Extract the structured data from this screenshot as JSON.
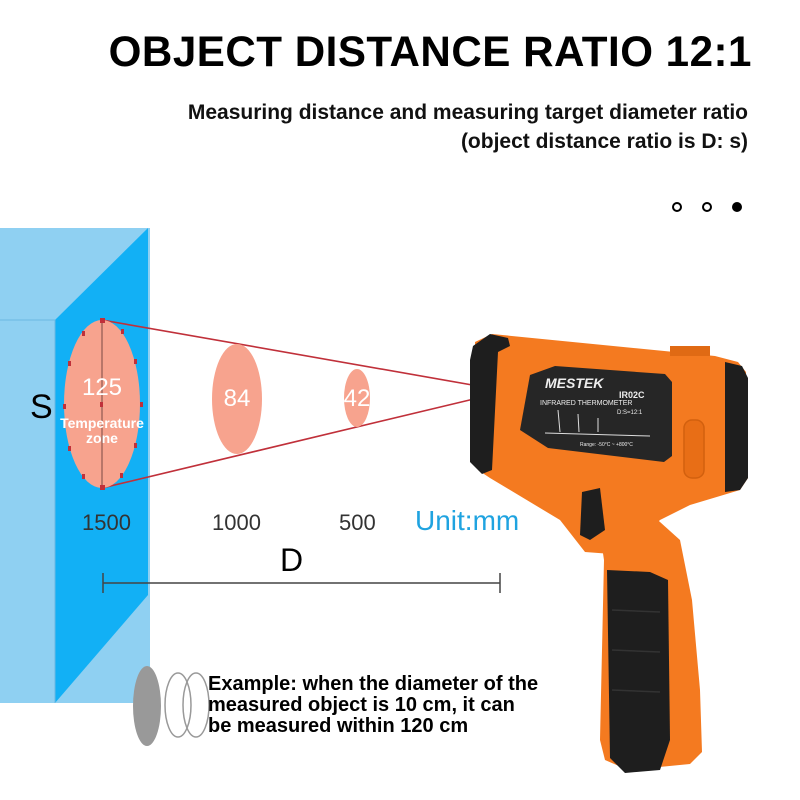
{
  "header": {
    "title": "OBJECT DISTANCE RATIO 12:1",
    "subtitle_line1": "Measuring distance and measuring target diameter ratio",
    "subtitle_line2": "(object distance ratio is D: s)"
  },
  "carousel": {
    "dots": [
      {
        "state": "inactive"
      },
      {
        "state": "inactive"
      },
      {
        "state": "active"
      }
    ]
  },
  "diagram": {
    "s_label": "S",
    "d_label": "D",
    "spots": [
      {
        "value": "125",
        "distance": "1500"
      },
      {
        "value": "84",
        "distance": "1000"
      },
      {
        "value": "42",
        "distance": "500"
      }
    ],
    "zone_label_line1": "Temperature",
    "zone_label_line2": "zone",
    "unit": "Unit:mm",
    "colors": {
      "wall_front": "#8fd0f2",
      "wall_side": "#12b0f5",
      "spot": "#f7a38e",
      "beam": "#c0303a",
      "unit_text": "#1fa3e0"
    }
  },
  "device": {
    "brand": "MESTEK",
    "type": "INFRARED THERMOMETER",
    "model": "IR02C",
    "ratio": "D:S=12:1",
    "range": "Range: -50°C ~ +800°C",
    "colors": {
      "body": "#f47a20",
      "trim": "#1e1e1e"
    }
  },
  "example": {
    "text_line1": "Example: when the diameter of the",
    "text_line2": "measured object is 10 cm, it can",
    "text_line3": "be measured within 120 cm"
  }
}
